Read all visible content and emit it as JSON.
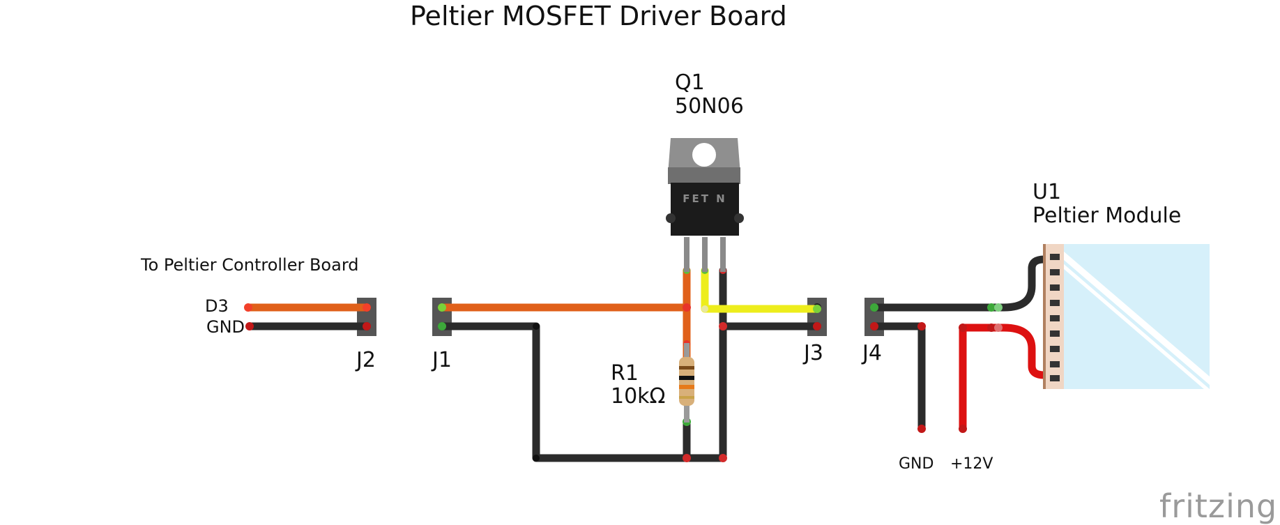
{
  "title": "Peltier MOSFET Driver Board",
  "controller_label": "To Peltier Controller Board",
  "pins": {
    "d3": "D3",
    "gnd_left": "GND",
    "gnd_bottom": "GND",
    "v12": "+12V"
  },
  "connectors": {
    "j1": "J1",
    "j2": "J2",
    "j3": "J3",
    "j4": "J4"
  },
  "mosfet": {
    "ref": "Q1",
    "value": "50N06",
    "marking": "FET N"
  },
  "resistor": {
    "ref": "R1",
    "value": "10kΩ"
  },
  "module": {
    "ref": "U1",
    "name": "Peltier Module"
  },
  "brand": "fritzing",
  "colors": {
    "signal": "#e0601a",
    "ground": "#2b2b2b",
    "gate": "#eded1c",
    "power": "#dd1111"
  }
}
